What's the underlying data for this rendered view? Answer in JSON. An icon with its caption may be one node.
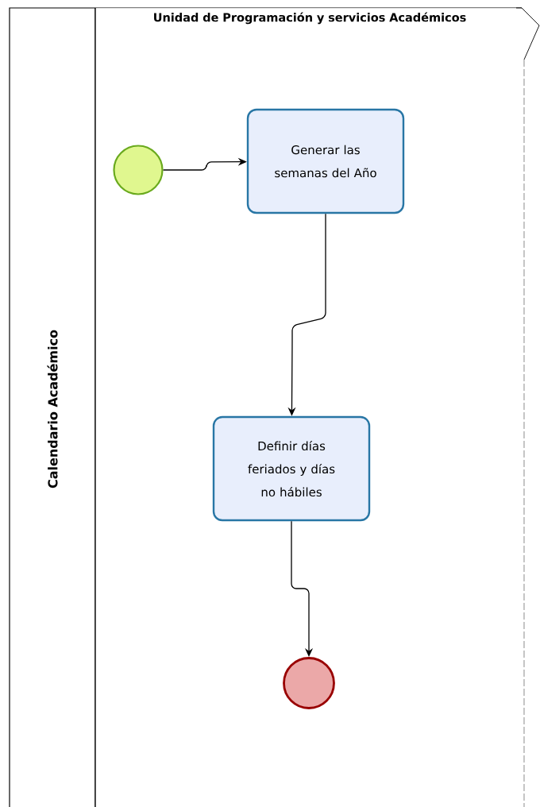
{
  "diagram": {
    "nodes": [
      {
        "text": [
          "Calendario  Académico"
        ]
      },
      {
        "text": [
          "Unidad de Programación y servicios Académicos"
        ],
        "in": 0
      },
      {
        "text": [],
        "shape": "circle",
        "in": 1
      },
      {
        "text": [
          "Generar las semanas del Año"
        ],
        "in": 1
      },
      {
        "text": [
          "Definir días feriados y días no hábiles"
        ],
        "in": 1
      },
      {
        "text": [],
        "shape": "circle",
        "in": 1
      }
    ],
    "edges": [
      {
        "from": 2,
        "to": 3,
        "arrow": "to"
      },
      {
        "from": 3,
        "to": 4,
        "arrow": "to"
      },
      {
        "from": 4,
        "to": 5,
        "arrow": "to"
      }
    ]
  }
}
